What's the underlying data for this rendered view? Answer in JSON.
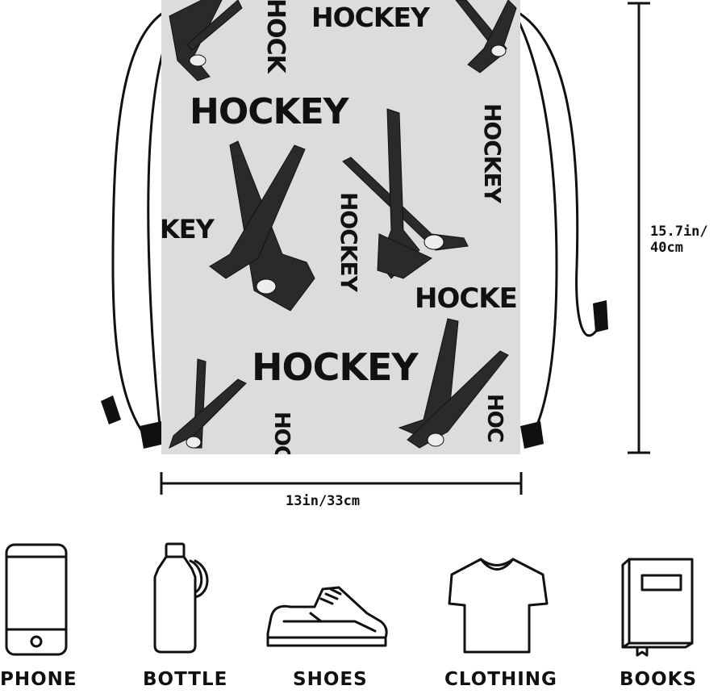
{
  "bag": {
    "pattern_word": "HOCKEY",
    "partial_word_left": "KEY",
    "partial_word_right": "HOCKE",
    "partial_vertical_left": "HOCK",
    "partial_vertical_right": "HOC",
    "fabric_color": "#dcdcdc",
    "print_color": "#111111"
  },
  "dimensions": {
    "height_label": "15.7in/\n40cm",
    "width_label": "13in/33cm"
  },
  "items": [
    {
      "label": "PHONE",
      "icon": "phone-icon"
    },
    {
      "label": "BOTTLE",
      "icon": "bottle-icon"
    },
    {
      "label": "SHOES",
      "icon": "shoe-icon"
    },
    {
      "label": "CLOTHING",
      "icon": "tshirt-icon"
    },
    {
      "label": "BOOKS",
      "icon": "book-icon"
    }
  ]
}
